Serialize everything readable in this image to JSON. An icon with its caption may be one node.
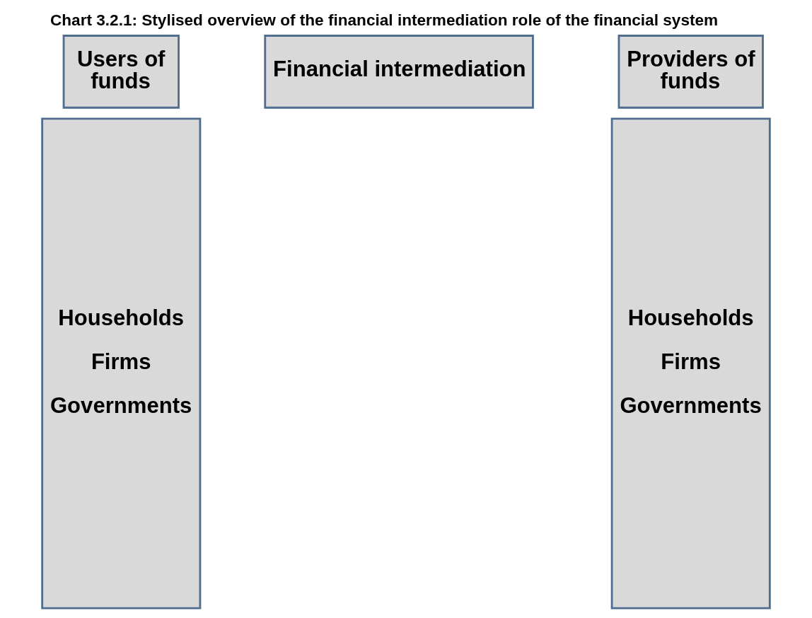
{
  "diagram": {
    "title": "Chart 3.2.1: Stylised overview of the financial intermediation role of the financial system",
    "nodes": [
      {
        "text": [
          "Users of funds"
        ]
      },
      {
        "text": [
          "Financial intermediation"
        ]
      },
      {
        "text": [
          "Providers of funds"
        ]
      },
      {
        "text": [
          "Households",
          "Firms",
          "Governments"
        ]
      },
      {
        "text": [
          "Households",
          "Firms",
          "Governments"
        ]
      }
    ],
    "edges": []
  }
}
